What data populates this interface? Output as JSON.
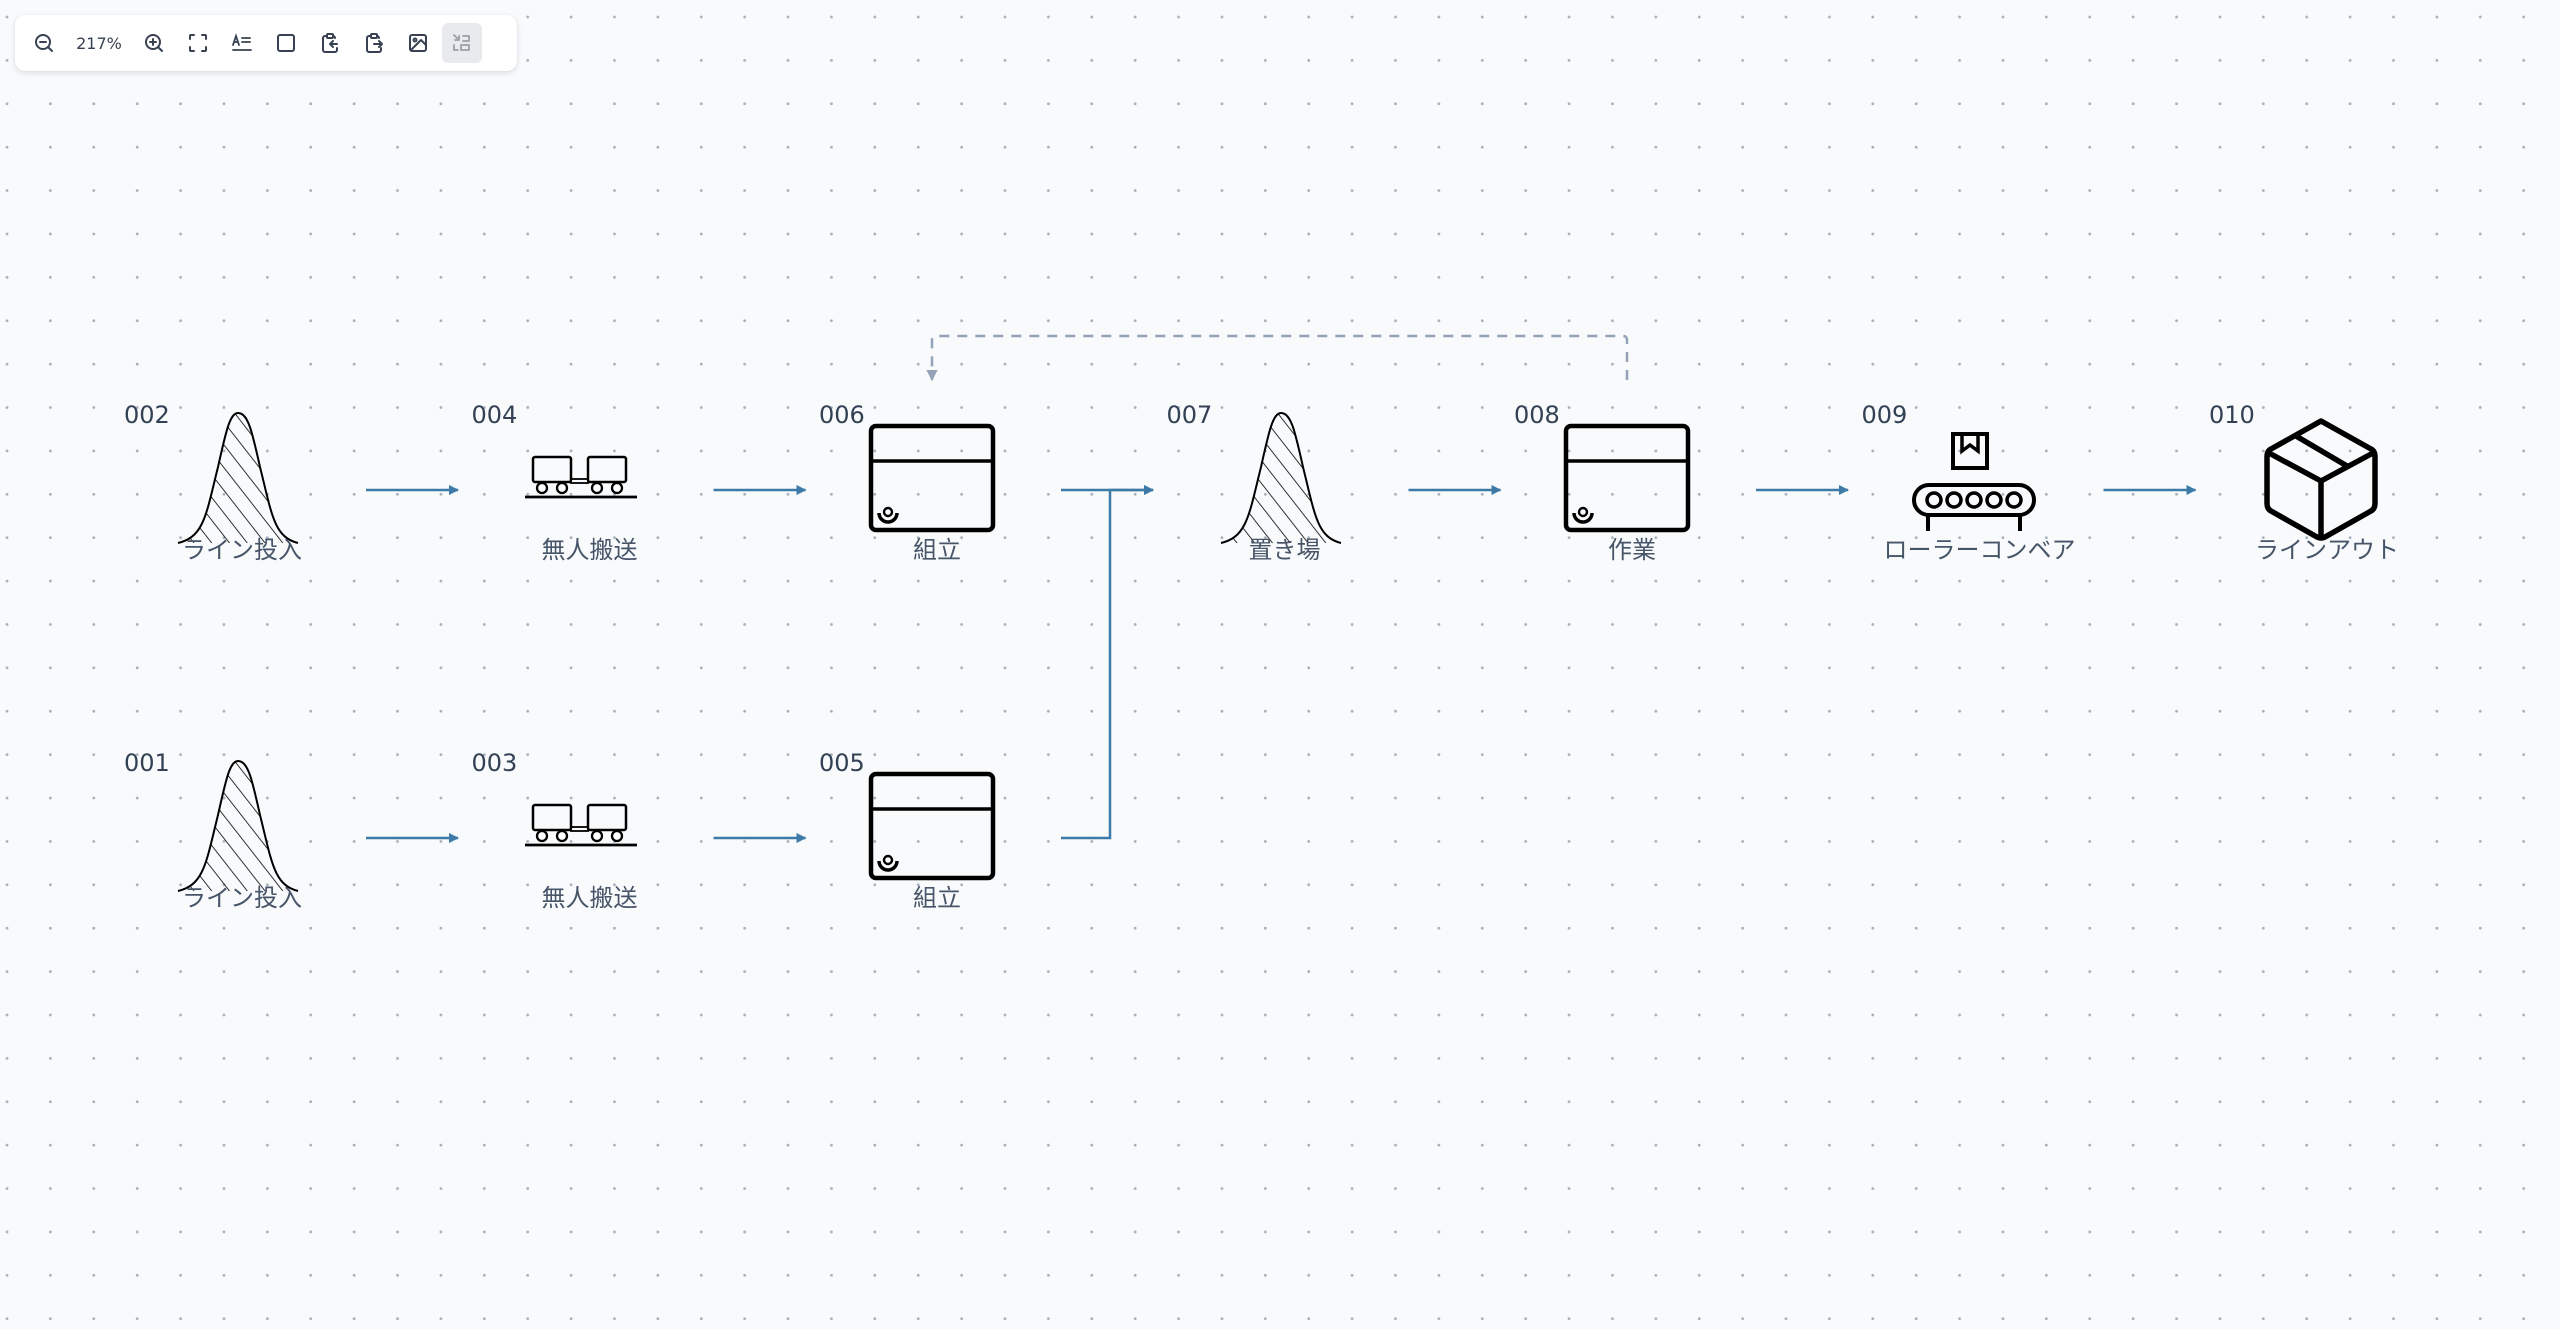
{
  "toolbar": {
    "zoom_level": "217%",
    "buttons": [
      {
        "name": "zoom-out",
        "icon": "zoom-out-icon"
      },
      {
        "name": "zoom-in",
        "icon": "zoom-in-icon"
      },
      {
        "name": "fit-to-screen",
        "icon": "fullscreen-icon"
      },
      {
        "name": "text-style",
        "icon": "text-format-icon"
      },
      {
        "name": "frame",
        "icon": "square-icon"
      },
      {
        "name": "import-clipboard",
        "icon": "clipboard-import-icon"
      },
      {
        "name": "export-clipboard",
        "icon": "clipboard-export-icon"
      },
      {
        "name": "insert-image",
        "icon": "image-icon"
      },
      {
        "name": "auto-layout",
        "icon": "layout-icon",
        "disabled": true
      }
    ]
  },
  "colors": {
    "edge": "#3d7aa8",
    "feedback_edge": "#94a3b8",
    "node_stroke": "#000000",
    "id_text": "#334155",
    "label_text": "#475569"
  },
  "nodes": [
    {
      "id": "002",
      "label": "ライン投入",
      "type": "inventory",
      "row": 0,
      "col": 0
    },
    {
      "id": "004",
      "label": "無人搬送",
      "type": "agv",
      "row": 0,
      "col": 1
    },
    {
      "id": "006",
      "label": "組立",
      "type": "process",
      "row": 0,
      "col": 2
    },
    {
      "id": "007",
      "label": "置き場",
      "type": "inventory",
      "row": 0,
      "col": 3
    },
    {
      "id": "008",
      "label": "作業",
      "type": "process",
      "row": 0,
      "col": 4
    },
    {
      "id": "009",
      "label": "ローラーコンベア",
      "type": "conveyor",
      "row": 0,
      "col": 5
    },
    {
      "id": "010",
      "label": "ラインアウト",
      "type": "package",
      "row": 0,
      "col": 6
    },
    {
      "id": "001",
      "label": "ライン投入",
      "type": "inventory",
      "row": 1,
      "col": 0
    },
    {
      "id": "003",
      "label": "無人搬送",
      "type": "agv",
      "row": 1,
      "col": 1
    },
    {
      "id": "005",
      "label": "組立",
      "type": "process",
      "row": 1,
      "col": 2
    }
  ],
  "edges": [
    {
      "from": "002",
      "to": "004",
      "style": "solid"
    },
    {
      "from": "004",
      "to": "006",
      "style": "solid"
    },
    {
      "from": "006",
      "to": "007",
      "style": "solid"
    },
    {
      "from": "005",
      "to": "007",
      "style": "solid"
    },
    {
      "from": "007",
      "to": "008",
      "style": "solid"
    },
    {
      "from": "008",
      "to": "009",
      "style": "solid"
    },
    {
      "from": "009",
      "to": "010",
      "style": "solid"
    },
    {
      "from": "001",
      "to": "003",
      "style": "solid"
    },
    {
      "from": "003",
      "to": "005",
      "style": "solid"
    },
    {
      "from": "008",
      "to": "006",
      "style": "dashed"
    }
  ]
}
